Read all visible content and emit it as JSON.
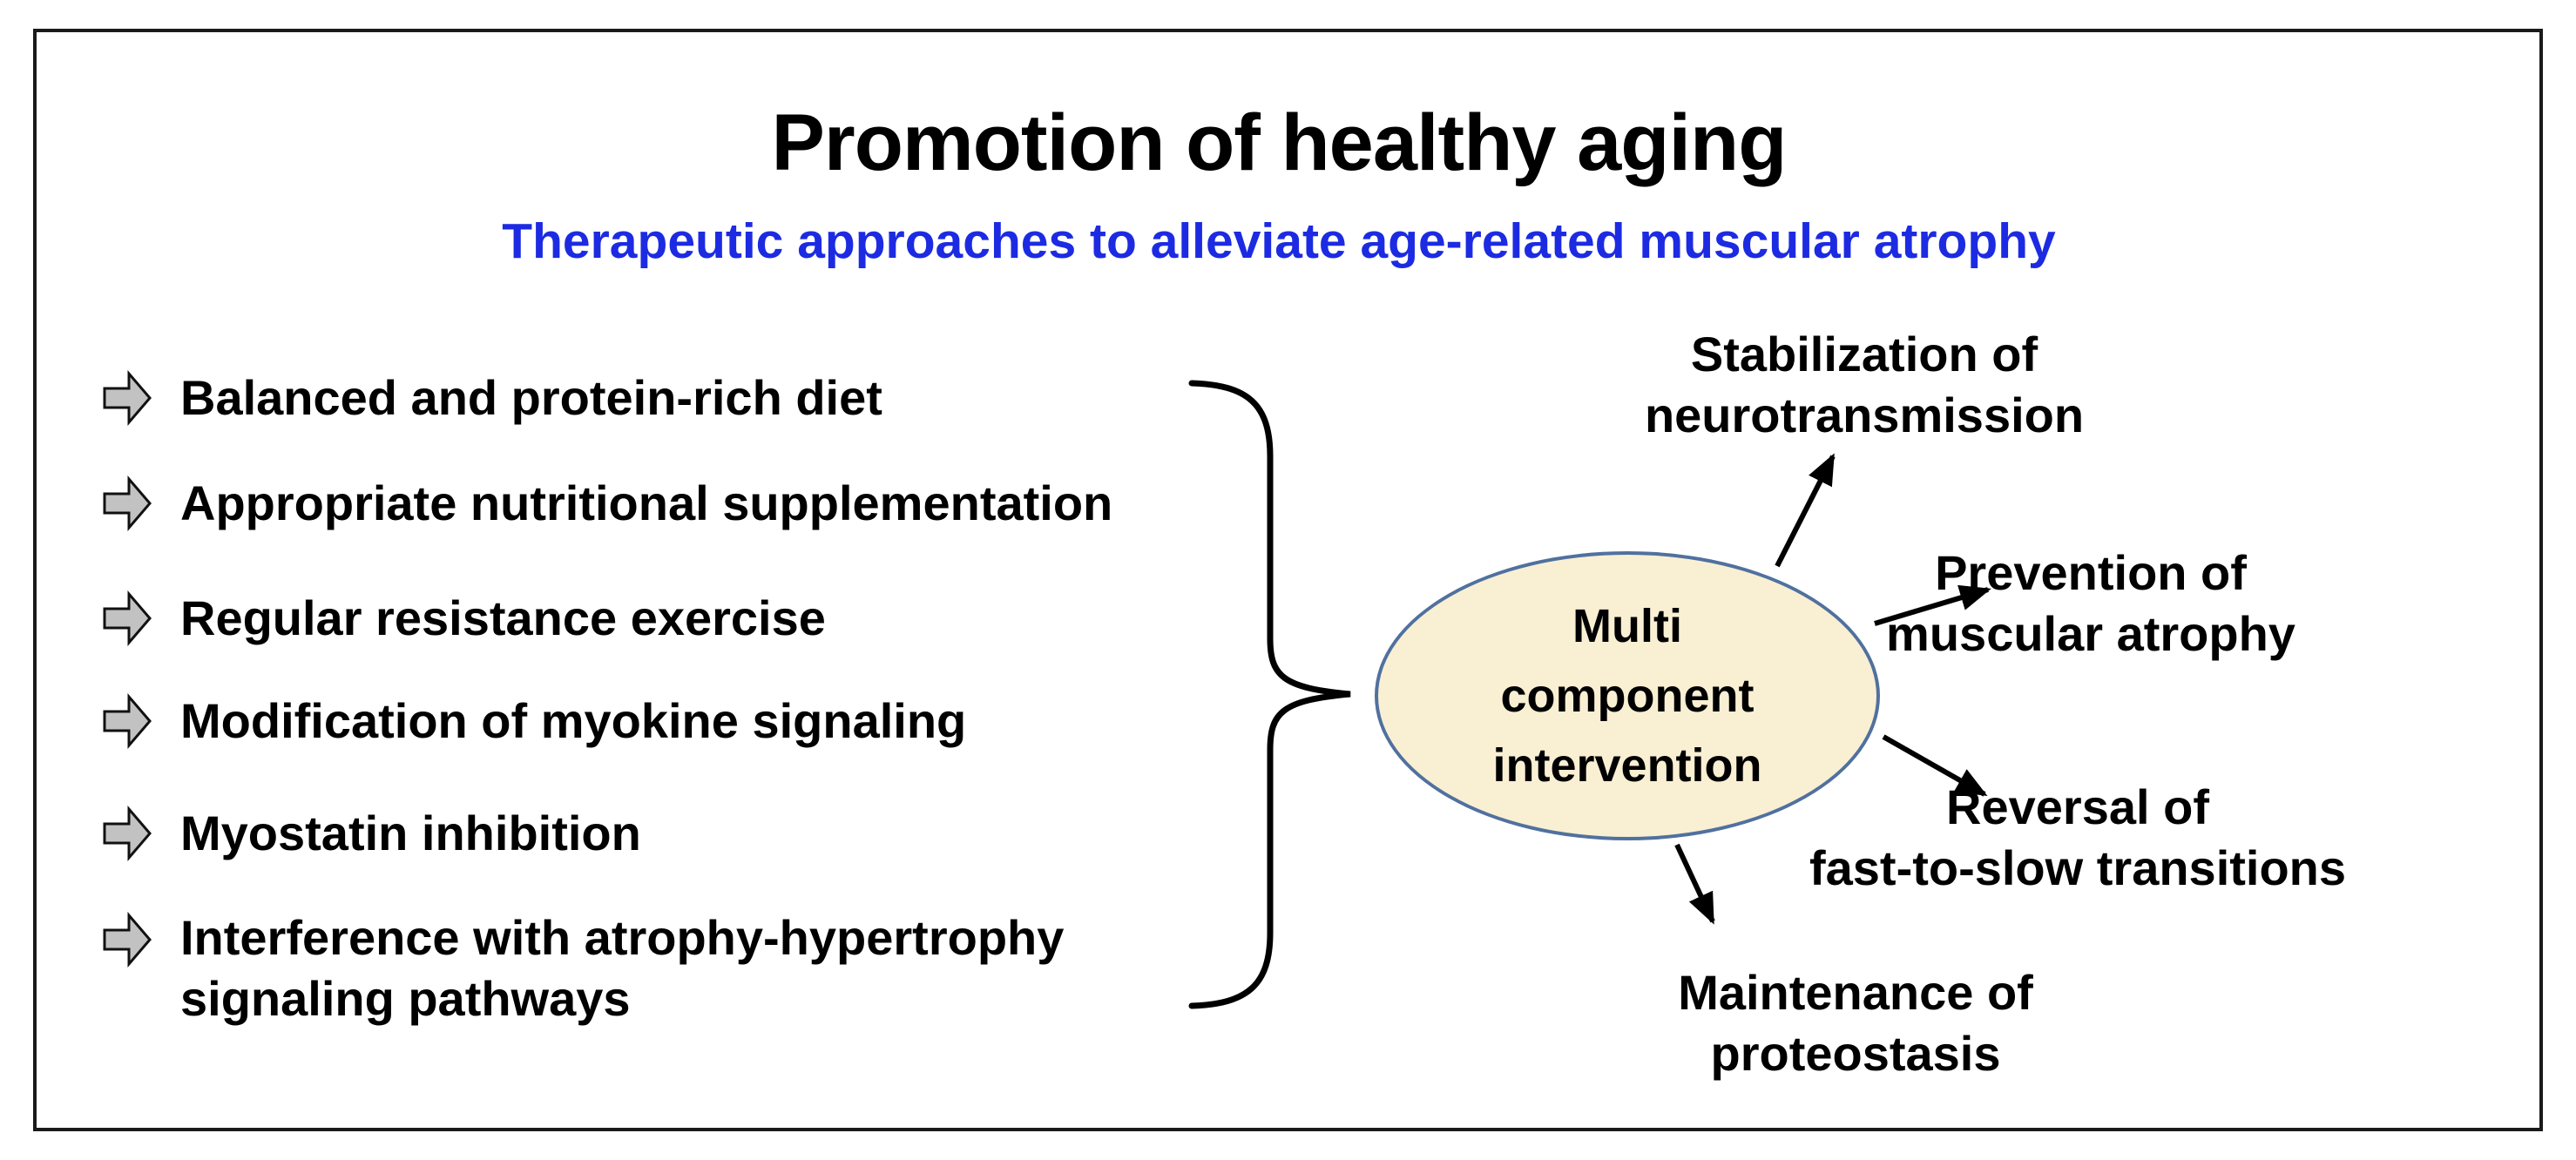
{
  "title": {
    "text": "Promotion of healthy aging"
  },
  "subtitle": {
    "text": "Therapeutic approaches to alleviate age-related muscular atrophy"
  },
  "approaches": {
    "bullet_icon": "block-right-arrow",
    "items": [
      {
        "label": "Balanced and protein-rich diet"
      },
      {
        "label": "Appropriate nutritional supplementation"
      },
      {
        "label": "Regular resistance exercise"
      },
      {
        "label": "Modification of myokine signaling"
      },
      {
        "label": "Myostatin inhibition"
      },
      {
        "label": "Interference with atrophy-hypertrophy signaling pathways"
      }
    ]
  },
  "hub": {
    "lines": [
      "Multi",
      "component",
      "intervention"
    ]
  },
  "outcomes": [
    {
      "lines": [
        "Stabilization of",
        "neurotransmission"
      ]
    },
    {
      "lines": [
        "Prevention of",
        "muscular atrophy"
      ]
    },
    {
      "lines": [
        "Reversal of",
        "fast-to-slow transitions"
      ]
    },
    {
      "lines": [
        "Maintenance of",
        "proteostasis"
      ]
    }
  ],
  "colors": {
    "subtitle_blue": "#1c2be2",
    "hub_fill": "#f9efd3",
    "hub_border": "#50719f",
    "bullet_fill": "#c2c2c2",
    "frame_border": "#1a1a1a",
    "ink": "#000000"
  }
}
